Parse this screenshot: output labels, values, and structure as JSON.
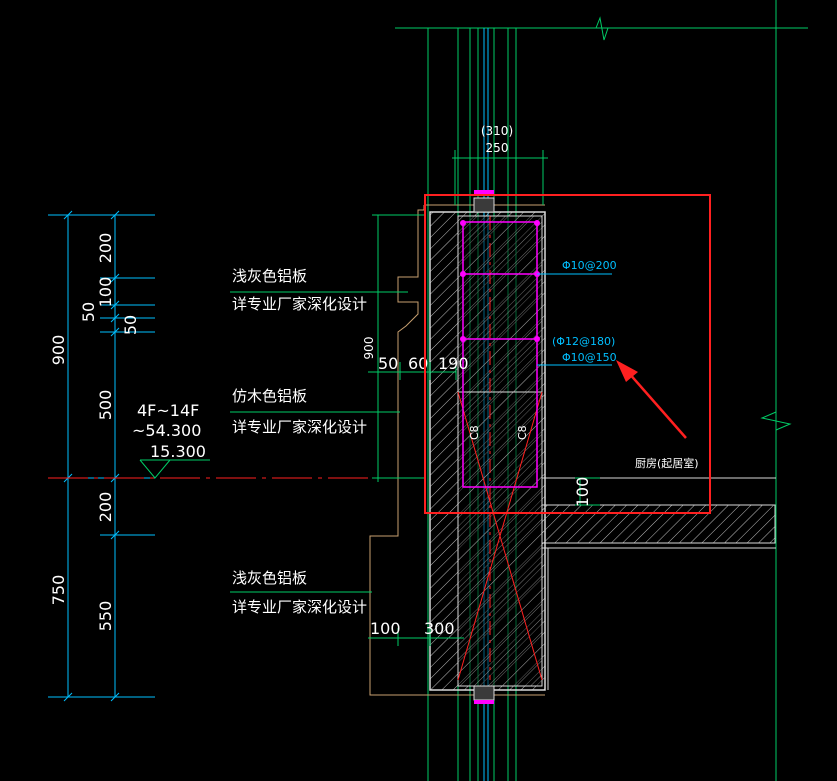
{
  "colors": {
    "background": "#000000",
    "dimension": "#00bfff",
    "wall_line": "#00cc66",
    "concrete": "#d9d9d9",
    "finish": "#c8a070",
    "rebar": "#ff00ff",
    "highlight": "#ff2020",
    "axis": "#ff2020",
    "text": "#ffffff"
  },
  "left_dimensions": {
    "total_upper": "900",
    "total_lower": "750",
    "seg_200_top": "200",
    "seg_100": "100",
    "seg_50_a": "50",
    "seg_50_b": "50",
    "seg_500": "500",
    "seg_200_bottom": "200",
    "seg_550": "550"
  },
  "level": {
    "floors": "4F~14F",
    "elev_top": "~54.300",
    "elev_bottom": "15.300"
  },
  "notes": [
    {
      "line1": "浅灰色铝板",
      "line2": "详专业厂家深化设计"
    },
    {
      "line1": "仿木色铝板",
      "line2": "详专业厂家深化设计"
    },
    {
      "line1": "浅灰色铝板",
      "line2": "详专业厂家深化设计"
    }
  ],
  "section_dims": {
    "width_paren": "(310)",
    "width": "250",
    "height": "900",
    "d50": "50",
    "d60": "60",
    "d190": "190",
    "d100_right": "100",
    "d100_bottom": "100",
    "d300_bottom": "300"
  },
  "rebar_labels": {
    "top": "Φ10@200",
    "mid_paren": "(Φ12@180)",
    "mid": "Φ10@150",
    "vertical_a": "C8",
    "vertical_b": "C8"
  },
  "room_label": "厨房(起居室)"
}
